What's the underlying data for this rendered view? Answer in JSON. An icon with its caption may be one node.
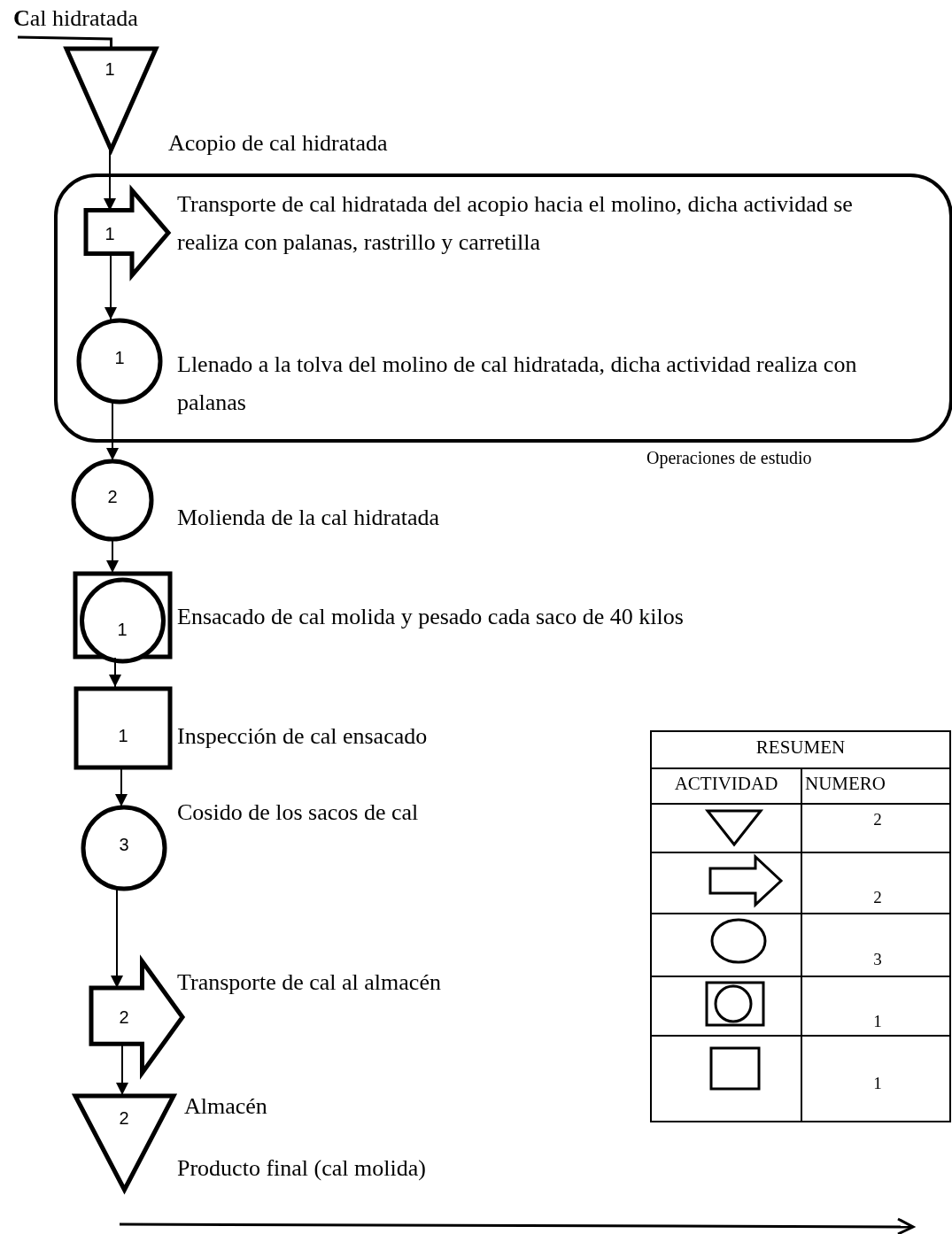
{
  "diagram": {
    "nodes": [
      {
        "text": [
          "**C**al hidratada"
        ]
      },
      {
        "text": [
          "1"
        ],
        "beside": [
          "Acopio de cal hidratada"
        ]
      },
      {
        "text": [
          "Operaciones de estudio"
        ]
      },
      {
        "text": [
          "1"
        ],
        "in": 2,
        "beside": [
          "Transporte de cal hidratada del acopio hacia el molino, dicha actividad se realiza con palanas, rastrillo y carretilla"
        ]
      },
      {
        "text": [
          "1"
        ],
        "in": 2,
        "beside": [
          "Llenado a la tolva del molino de cal hidratada, dicha actividad realiza con palanas"
        ]
      },
      {
        "text": [
          "2"
        ],
        "beside": [
          "Molienda de la cal hidratada"
        ]
      },
      {
        "text": [
          "1"
        ],
        "beside": [
          "Ensacado de cal molida y pesado cada saco de 40 kilos"
        ]
      },
      {
        "text": [
          "1"
        ],
        "beside": [
          "Inspección de cal ensacado"
        ]
      },
      {
        "text": [
          "3"
        ],
        "beside": [
          "Cosido de los sacos de cal"
        ]
      },
      {
        "text": [
          "2"
        ],
        "beside": [
          "Transporte de cal al almacén"
        ]
      },
      {
        "text": [
          "2"
        ],
        "beside": [
          "Almacén",
          "Producto final (cal molida)"
        ]
      }
    ],
    "edges": [
      {
        "from": 0,
        "to": 1,
        "arrow": "none"
      },
      {
        "from": 1,
        "to": 3,
        "arrow": "to"
      },
      {
        "from": 3,
        "to": 4,
        "arrow": "to"
      },
      {
        "from": 4,
        "to": 5,
        "arrow": "to"
      },
      {
        "from": 5,
        "to": 6,
        "arrow": "to"
      },
      {
        "from": 6,
        "to": 7,
        "arrow": "to"
      },
      {
        "from": 7,
        "to": 8,
        "arrow": "to"
      },
      {
        "from": 8,
        "to": 9,
        "arrow": "to"
      },
      {
        "from": 9,
        "to": 10,
        "arrow": "to"
      }
    ],
    "labels": [
      "RESUMEN",
      "ACTIVIDAD",
      "NUMERO",
      "2",
      "2",
      "3",
      "1",
      "1"
    ]
  }
}
